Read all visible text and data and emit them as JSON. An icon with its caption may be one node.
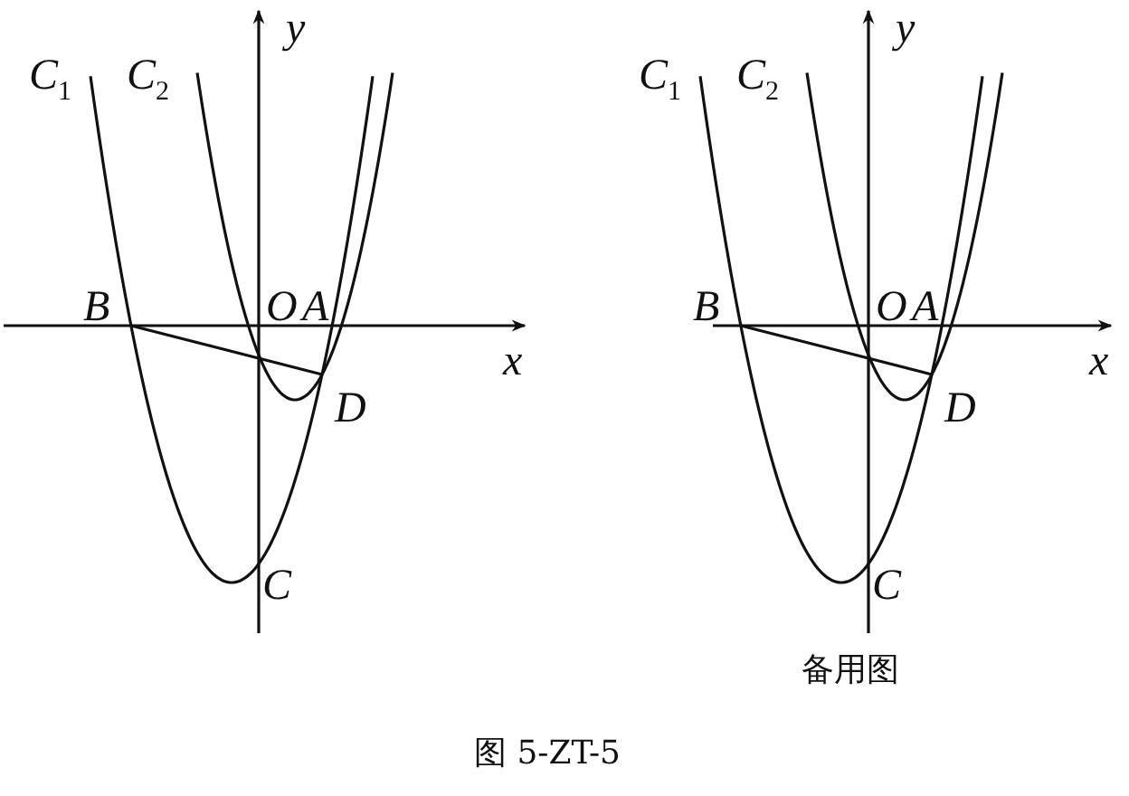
{
  "diagram": {
    "caption": "图 5-ZT-5",
    "labels": [
      "y",
      "C$_{1}$",
      "C$_{2}$",
      "B",
      "O",
      "A",
      "x",
      "D",
      "C",
      "y",
      "C$_{1}$",
      "C$_{2}$",
      "B",
      "O",
      "A",
      "x",
      "D",
      "C",
      "备用图"
    ]
  }
}
